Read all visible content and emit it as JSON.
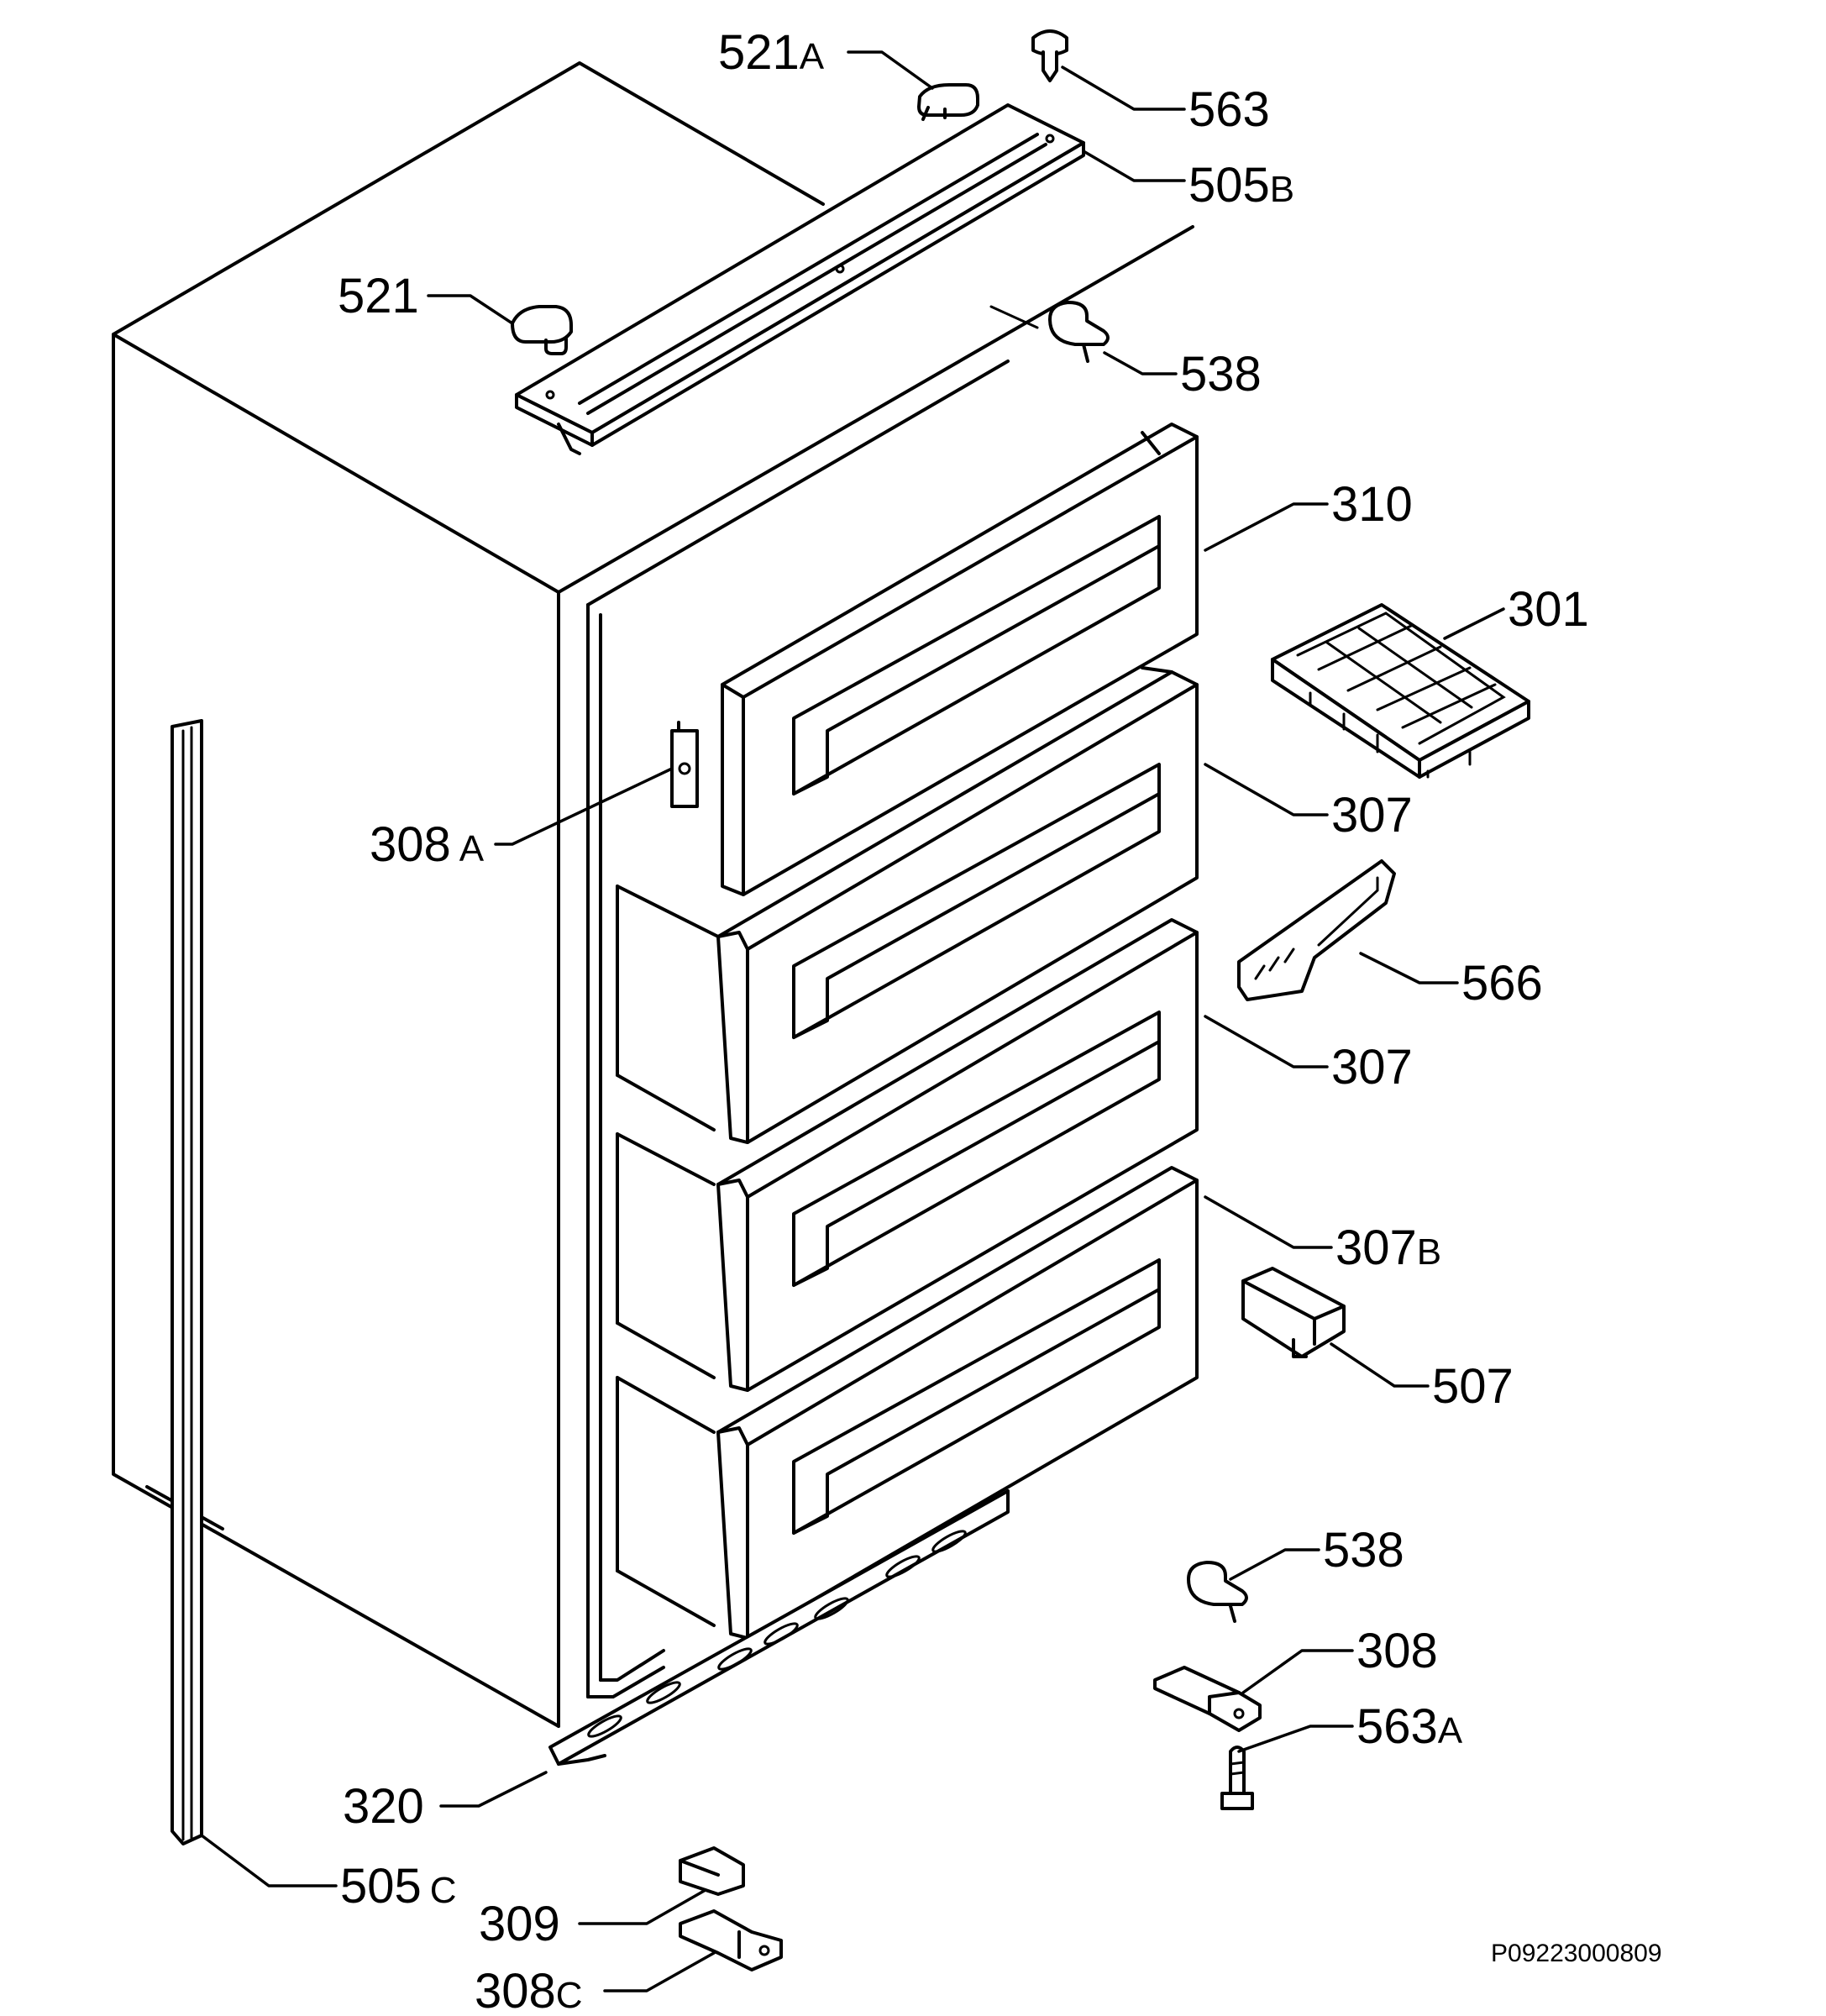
{
  "callouts": [
    {
      "id": "c-521a",
      "number": "521",
      "suffix": "A"
    },
    {
      "id": "c-563",
      "number": "563",
      "suffix": ""
    },
    {
      "id": "c-505b",
      "number": "505",
      "suffix": "B"
    },
    {
      "id": "c-521",
      "number": "521",
      "suffix": ""
    },
    {
      "id": "c-538-top",
      "number": "538",
      "suffix": ""
    },
    {
      "id": "c-310",
      "number": "310",
      "suffix": ""
    },
    {
      "id": "c-301",
      "number": "301",
      "suffix": ""
    },
    {
      "id": "c-308a",
      "number": "308",
      "suffix": "A"
    },
    {
      "id": "c-307-1",
      "number": "307",
      "suffix": ""
    },
    {
      "id": "c-566",
      "number": "566",
      "suffix": ""
    },
    {
      "id": "c-307-2",
      "number": "307",
      "suffix": ""
    },
    {
      "id": "c-307b",
      "number": "307",
      "suffix": "B"
    },
    {
      "id": "c-507",
      "number": "507",
      "suffix": ""
    },
    {
      "id": "c-538-bottom",
      "number": "538",
      "suffix": ""
    },
    {
      "id": "c-308",
      "number": "308",
      "suffix": ""
    },
    {
      "id": "c-563a",
      "number": "563",
      "suffix": "A"
    },
    {
      "id": "c-320",
      "number": "320",
      "suffix": ""
    },
    {
      "id": "c-505c",
      "number": "505",
      "suffix": "C"
    },
    {
      "id": "c-309",
      "number": "309",
      "suffix": ""
    },
    {
      "id": "c-308c",
      "number": "308",
      "suffix": "C"
    }
  ],
  "diagram_code": "P09223000809"
}
